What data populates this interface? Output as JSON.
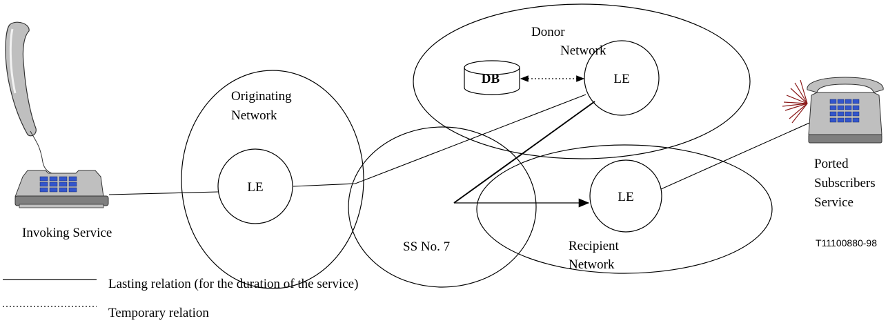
{
  "diagram": {
    "invoking_label": "Invoking Service",
    "originating_network": {
      "line1": "Originating",
      "line2": "Network",
      "le": "LE"
    },
    "donor_network": {
      "line1": "Donor",
      "line2": "Network",
      "le": "LE",
      "db": "DB"
    },
    "signalling": {
      "label": "SS No. 7"
    },
    "recipient_network": {
      "line1": "Recipient",
      "line2": "Network",
      "le": "LE"
    },
    "ported": {
      "line1": "Ported",
      "line2": "Subscribers",
      "line3": "Service"
    },
    "figure_id": "T11100880-98"
  },
  "legend": {
    "lasting": "Lasting relation (for the duration of  the service)",
    "temporary": "Temporary relation"
  },
  "colors": {
    "phone_body": "#bfbfbf",
    "phone_dark": "#7f7f7f",
    "keypad": "#3355cc",
    "ring_burst": "#8b1a1a"
  }
}
